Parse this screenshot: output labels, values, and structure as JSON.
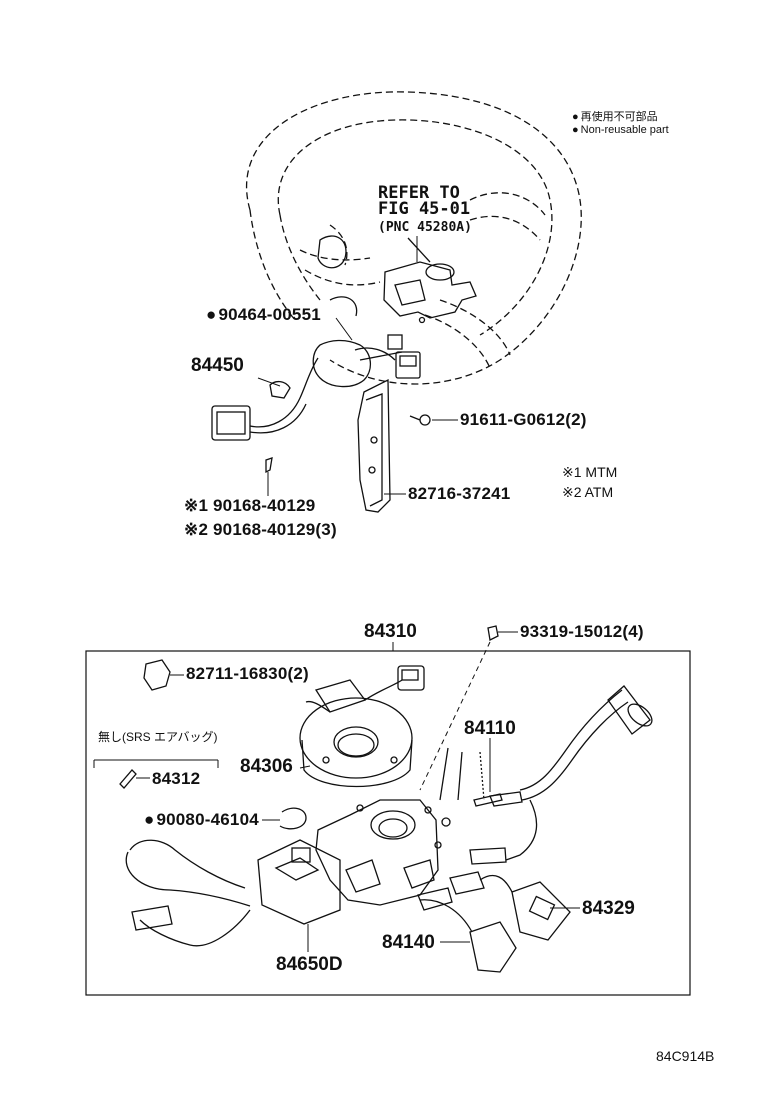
{
  "legend": {
    "jp": "再使用不可部品",
    "en": "Non-reusable part",
    "variant1": "※1  MTM",
    "variant2": "※2  ATM"
  },
  "refer": {
    "line1": "REFER TO",
    "line2": "FIG 45-01",
    "line3": "(PNC 45280A)"
  },
  "upper_parts": {
    "p90464": "90464-00551",
    "p84450": "84450",
    "p91611": "91611-G0612(2)",
    "p82716": "82716-37241",
    "p90168_1": "※1 90168-40129",
    "p90168_2": "※2 90168-40129(3)"
  },
  "lower_parts": {
    "p84310": "84310",
    "p93319": "93319-15012(4)",
    "p82711": "82711-16830(2)",
    "no_srs": "無し(SRS エアバッグ)",
    "p84312": "84312",
    "p84306": "84306",
    "p84110": "84110",
    "p90080": "90080-46104",
    "p84329": "84329",
    "p84140": "84140",
    "p84650D": "84650D"
  },
  "figure_code": "84C914B"
}
